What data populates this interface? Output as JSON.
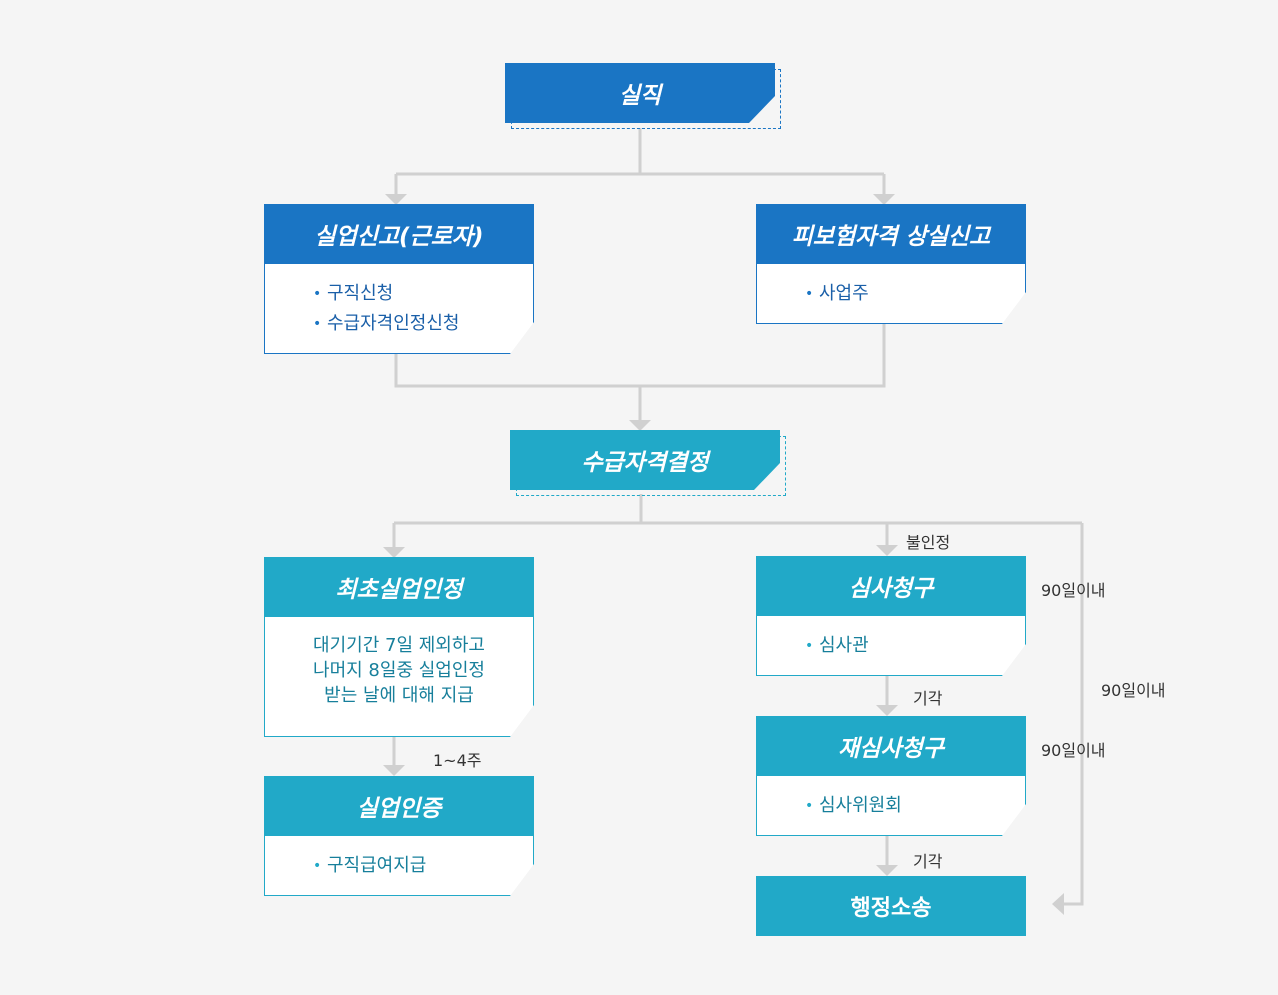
{
  "nodes": {
    "silzik": {
      "label": "실직"
    },
    "report_worker": {
      "label": "실업신고(근로자)",
      "items": [
        "구직신청",
        "수급자격인정신청"
      ]
    },
    "report_employer": {
      "label": "피보험자격 상실신고",
      "items": [
        "사업주"
      ]
    },
    "eligibility": {
      "label": "수급자격결정"
    },
    "first_recognition": {
      "label": "최초실업인정",
      "lines": [
        "대기기간 7일 제외하고",
        "나머지 8일중 실업인정",
        "받는 날에 대해 지급"
      ]
    },
    "unemployment_cert": {
      "label": "실업인증",
      "items": [
        "구직급여지급"
      ]
    },
    "review_request": {
      "label": "심사청구",
      "items": [
        "심사관"
      ]
    },
    "re_review_request": {
      "label": "재심사청구",
      "items": [
        "심사위원회"
      ]
    },
    "lawsuit": {
      "label": "행정소송"
    }
  },
  "edge_labels": {
    "rejected": "불인정",
    "weeks": "1~4주",
    "dismissed_1": "기각",
    "dismissed_2": "기각",
    "within90_review": "90일이내",
    "within90_rereview": "90일이내",
    "within90_lawsuit": "90일이내"
  },
  "colors": {
    "blue": "#1a75c4",
    "teal": "#21a9c8",
    "connector": "#d0d0d0",
    "background": "#f5f5f5"
  }
}
